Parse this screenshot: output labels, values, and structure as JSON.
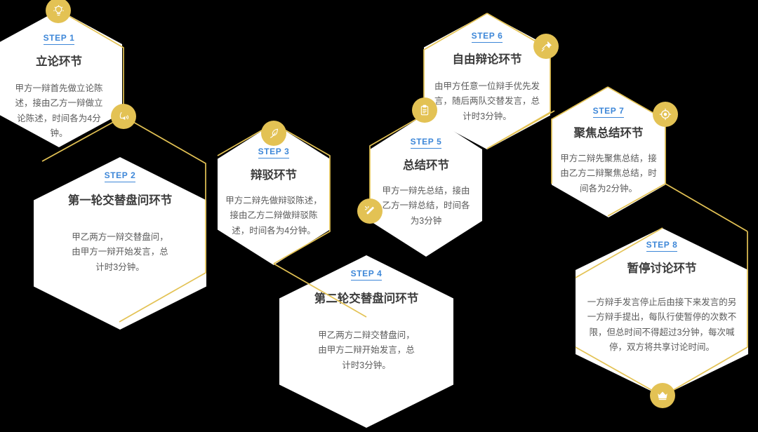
{
  "meta": {
    "background_color": "#000000",
    "card_color": "#ffffff",
    "gold_color": "#e3c254",
    "step_color": "#3d87d8",
    "title_color": "#3c3c3c",
    "body_color": "#5a5a5a"
  },
  "steps": [
    {
      "step": "STEP 1",
      "title": "立论环节",
      "body": "甲方一辩首先做立论陈述，接由乙方一辩做立论陈述，时间各为4分钟。",
      "icon": "lightbulb-icon"
    },
    {
      "step": "STEP 2",
      "title": "第一轮交替盘问环节",
      "body": "甲乙两方一辩交替盘问，由甲方一辩开始发言，总计时3分钟。",
      "icon": "megaphone-icon"
    },
    {
      "step": "STEP 3",
      "title": "辩驳环节",
      "body": "甲方二辩先做辩驳陈述，接由乙方二辩做辩驳陈述，时间各为4分钟。",
      "icon": "quill-icon"
    },
    {
      "step": "STEP 4",
      "title": "第二轮交替盘问环节",
      "body": "甲乙两方二辩交替盘问，由甲方二辩开始发言，总计时3分钟。",
      "icon": "magic-wand-icon"
    },
    {
      "step": "STEP 5",
      "title": "总结环节",
      "body": "甲方一辩先总结，接由乙方一辩总结，时间各为3分钟",
      "icon": "clipboard-icon"
    },
    {
      "step": "STEP 6",
      "title": "自由辩论环节",
      "body": "由甲方任意一位辩手优先发言，随后两队交替发言，总计时3分钟。",
      "icon": "pushpin-icon"
    },
    {
      "step": "STEP 7",
      "title": "聚焦总结环节",
      "body": "甲方二辩先聚焦总结，接由乙方二辩聚焦总结，时间各为2分钟。",
      "icon": "target-icon"
    },
    {
      "step": "STEP 8",
      "title": "暂停讨论环节",
      "body": "一方辩手发言停止后由接下来发言的另一方辩手提出，每队行使暂停的次数不限，但总时间不得超过3分钟，每次喊停，双方将共享讨论时间。",
      "icon": "crown-icon"
    }
  ],
  "badges": [
    {
      "name": "lightbulb-icon"
    },
    {
      "name": "megaphone-icon"
    },
    {
      "name": "quill-icon"
    },
    {
      "name": "clipboard-icon"
    },
    {
      "name": "magic-wand-icon"
    },
    {
      "name": "pushpin-icon"
    },
    {
      "name": "target-icon"
    },
    {
      "name": "crown-icon"
    }
  ]
}
